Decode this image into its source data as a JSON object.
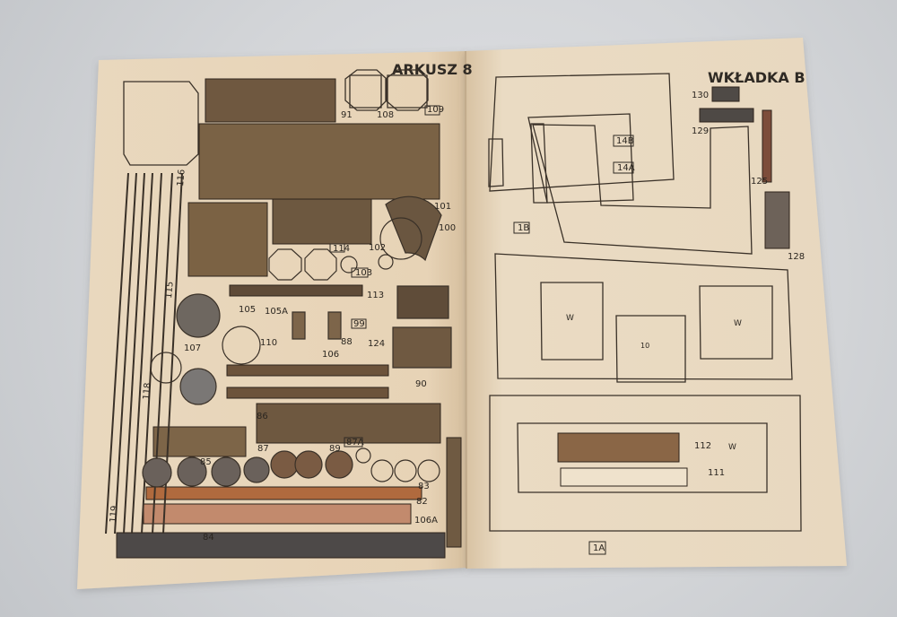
{
  "book": {
    "left_page": {
      "title": "ARKUSZ 8",
      "part_numbers": [
        "91",
        "108",
        "109",
        "101",
        "100",
        "102",
        "114",
        "103",
        "113",
        "105",
        "105A",
        "99",
        "110",
        "124",
        "88",
        "107",
        "106",
        "87",
        "90",
        "86",
        "89",
        "85",
        "87A",
        "83",
        "82",
        "84",
        "106A"
      ],
      "side_labels": [
        "116",
        "118",
        "119",
        "115"
      ]
    },
    "right_page": {
      "title": "WKŁADKA B",
      "part_numbers": [
        "130",
        "129",
        "125",
        "128",
        "112",
        "111"
      ],
      "panel_labels": [
        "14B",
        "14A",
        "1B",
        "1A"
      ],
      "small_labels": [
        "W",
        "W",
        "W",
        "10"
      ]
    }
  },
  "colors": {
    "paper": "#e8d7bd",
    "ink": "#5a4a37",
    "brown": "#7b5e3c",
    "orange": "#9a6039"
  }
}
